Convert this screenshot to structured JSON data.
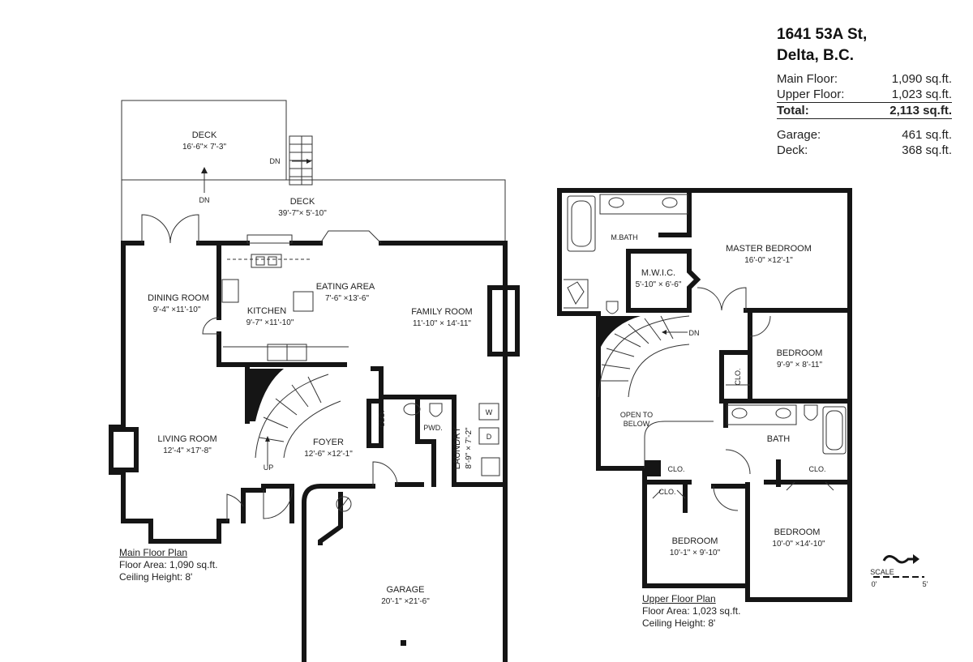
{
  "address": {
    "line1": "1641 53A St,",
    "line2": "Delta, B.C."
  },
  "areas": [
    {
      "label": "Main Floor:",
      "value": "1,090 sq.ft."
    },
    {
      "label": "Upper Floor:",
      "value": "1,023 sq.ft."
    }
  ],
  "total": {
    "label": "Total:",
    "value": "2,113 sq.ft."
  },
  "extras": [
    {
      "label": "Garage:",
      "value": "461 sq.ft."
    },
    {
      "label": "Deck:",
      "value": "368 sq.ft."
    }
  ],
  "main_floor": {
    "title": "Main Floor Plan",
    "floor_area": "Floor Area: 1,090 sq.ft.",
    "ceiling": "Ceiling Height: 8'",
    "rooms": {
      "deck_upper": {
        "name": "DECK",
        "dims": "16'-6\"× 7'-3\""
      },
      "deck_lower": {
        "name": "DECK",
        "dims": "39'-7\"× 5'-10\""
      },
      "dining": {
        "name": "DINING ROOM",
        "dims": "9'-4\" ×11'-10\""
      },
      "kitchen": {
        "name": "KITCHEN",
        "dims": "9'-7\" ×11'-10\""
      },
      "eating": {
        "name": "EATING AREA",
        "dims": "7'-6\" ×13'-6\""
      },
      "family": {
        "name": "FAMILY ROOM",
        "dims": "11'-10\" × 14'-11\""
      },
      "living": {
        "name": "LIVING ROOM",
        "dims": "12'-4\" ×17'-8\""
      },
      "foyer": {
        "name": "FOYER",
        "dims": "12'-6\" ×12'-1\""
      },
      "laundry": {
        "name": "LAUNDRY",
        "dims": "8'-9\" × 7'-2\""
      },
      "garage": {
        "name": "GARAGE",
        "dims": "20'-1\" ×21'-6\""
      }
    },
    "labels": {
      "dn1": "DN",
      "dn2": "DN",
      "up": "UP",
      "clo": "CLO.",
      "pwd": "PWD.",
      "w": "W",
      "d": "D"
    }
  },
  "upper_floor": {
    "title": "Upper Floor Plan",
    "floor_area": "Floor Area: 1,023 sq.ft.",
    "ceiling": "Ceiling Height: 8'",
    "rooms": {
      "mbath": {
        "name": "M.BATH"
      },
      "master": {
        "name": "MASTER BEDROOM",
        "dims": "16'-0\" ×12'-1\""
      },
      "mwic": {
        "name": "M.W.I.C.",
        "dims": "5'-10\" × 6'-6\""
      },
      "bed1": {
        "name": "BEDROOM",
        "dims": "9'-9\" × 8'-11\""
      },
      "bath": {
        "name": "BATH"
      },
      "open": {
        "name1": "OPEN TO",
        "name2": "BELOW"
      },
      "bed2": {
        "name": "BEDROOM",
        "dims": "10'-1\" × 9'-10\""
      },
      "bed3": {
        "name": "BEDROOM",
        "dims": "10'-0\" ×14'-10\""
      }
    },
    "labels": {
      "dn": "DN",
      "clo1": "CLO.",
      "clo2": "CLO.",
      "clo3": "CLO.",
      "clo4": "CLO."
    }
  },
  "scale": {
    "label": "SCALE",
    "start": "0'",
    "end": "5'"
  }
}
